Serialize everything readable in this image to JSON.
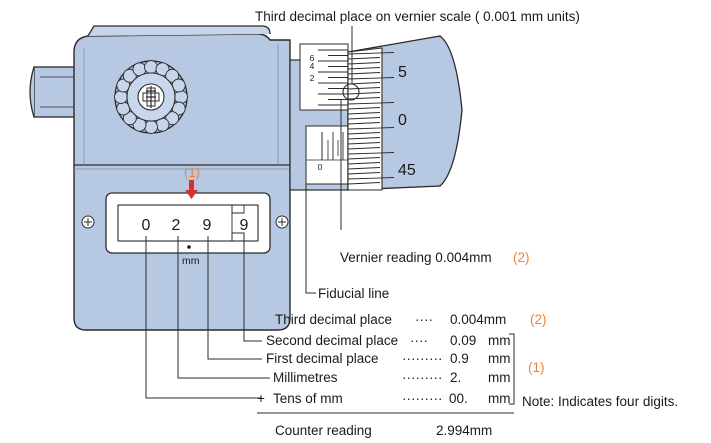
{
  "callouts": {
    "vernier_scale_title": "Third decimal place on vernier scale ( 0.001 mm units)",
    "vernier_reading": "Vernier reading 0.004mm",
    "vernier_reading_ref": "(2)",
    "fiducial_line": "Fiducial line",
    "arrow_ref": "(1)",
    "note": "Note: Indicates four digits."
  },
  "counter": {
    "digits": [
      "0",
      "2",
      "9",
      "9"
    ],
    "unit": "mm"
  },
  "sleeve": {
    "scale_numbers": [
      "6",
      "4",
      "2"
    ],
    "main_zero": "0"
  },
  "thimble": {
    "numbers": [
      "5",
      "0",
      "45"
    ]
  },
  "breakdown": {
    "rows": [
      {
        "label": "Third decimal place",
        "dots": "····",
        "value": "0.004mm",
        "unit": ""
      },
      {
        "label": "Second decimal place",
        "dots": "····",
        "value": "0.09",
        "unit": "mm"
      },
      {
        "label": "First decimal place",
        "dots": "·········",
        "value": "0.9",
        "unit": "mm"
      },
      {
        "label": "Millimetres",
        "dots": "·········",
        "value": "2.",
        "unit": "mm"
      },
      {
        "label": "Tens of mm",
        "dots": "·········",
        "value": "00.",
        "unit": "mm"
      }
    ],
    "plus": "+",
    "group_ref_top": "(2)",
    "group_ref_bottom": "(1)",
    "total_label": "Counter reading",
    "total_value": "2.994mm"
  },
  "colors": {
    "body_fill": "#b7c8e3",
    "body_stroke": "#2b2b2b",
    "accent_orange": "#e8843a",
    "arrow_red": "#d9302b"
  }
}
